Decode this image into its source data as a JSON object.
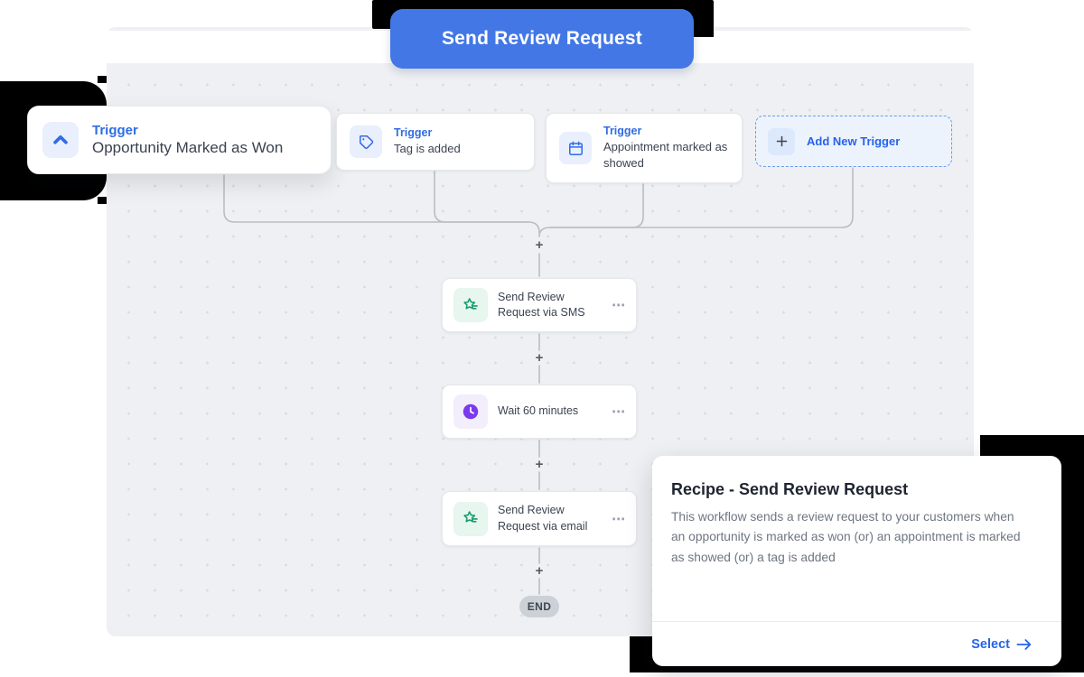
{
  "banner": {
    "label": "Send Review Request"
  },
  "triggers": [
    {
      "label": "Trigger",
      "title": "Opportunity Marked as Won",
      "icon": "chevron-up-icon"
    },
    {
      "label": "Trigger",
      "title": "Tag is added",
      "icon": "tag-icon"
    },
    {
      "label": "Trigger",
      "title": "Appointment marked as showed",
      "icon": "calendar-icon"
    }
  ],
  "add_trigger": {
    "label": "Add New Trigger",
    "icon": "plus-icon"
  },
  "actions": [
    {
      "title": "Send Review Request via SMS",
      "icon": "review-star-icon"
    },
    {
      "title": "Wait 60 minutes",
      "icon": "clock-icon"
    },
    {
      "title": "Send Review Request via email",
      "icon": "review-star-icon"
    }
  ],
  "glyphs": {
    "plus": "+",
    "menu_dots": "⋯"
  },
  "end_label": "END",
  "recipe_card": {
    "title": "Recipe - Send Review Request",
    "description": "This workflow sends a review request to your customers when an opportunity is marked as won (or) an appointment is marked as showed (or) a tag is added",
    "select_label": "Select"
  },
  "colors": {
    "accent_blue": "#2f6ce5",
    "button_blue": "#4377e6",
    "green": "#169d6b",
    "purple": "#7c3aed",
    "canvas_bg": "#eef0f3",
    "decor_black": "#000000"
  }
}
